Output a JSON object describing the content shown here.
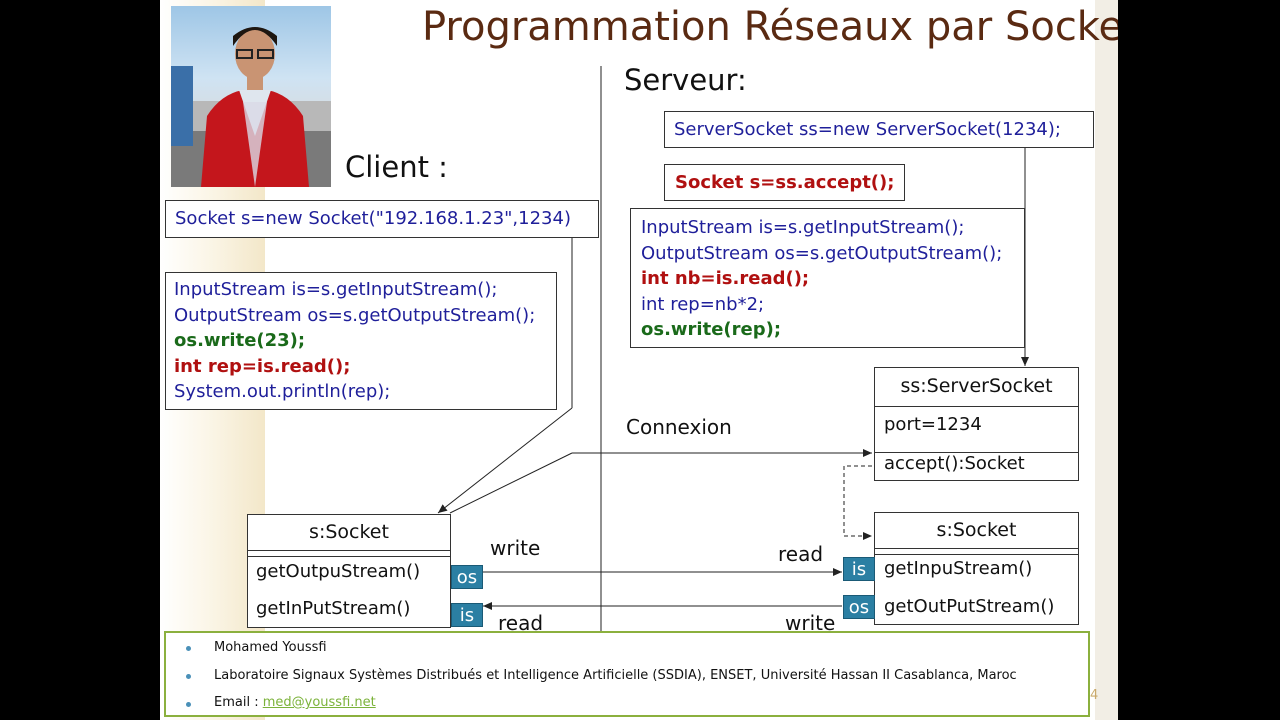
{
  "slide": {
    "title": "Programmation Réseaux par Sockets",
    "page_number": "4"
  },
  "client": {
    "heading": "Client :",
    "socket_line": "Socket s=new Socket(\"192.168.1.23\",1234)",
    "code": [
      {
        "text": "InputStream is=s.getInputStream();",
        "style": "blue"
      },
      {
        "text": "OutputStream os=s.getOutputStream();",
        "style": "blue"
      },
      {
        "text": "os.write(23);",
        "style": "green"
      },
      {
        "text": "int rep=is.read();",
        "style": "red"
      },
      {
        "text": "System.out.println(rep);",
        "style": "blue"
      }
    ]
  },
  "server": {
    "heading": "Serveur:",
    "server_socket_line": "ServerSocket ss=new ServerSocket(1234);",
    "accept_line": "Socket s=ss.accept();",
    "code": [
      {
        "text": "InputStream is=s.getInputStream();",
        "style": "blue"
      },
      {
        "text": "OutputStream os=s.getOutputStream();",
        "style": "blue"
      },
      {
        "text": "int nb=is.read();",
        "style": "red"
      },
      {
        "text": "int rep=nb*2;",
        "style": "blue"
      },
      {
        "text": "os.write(rep);",
        "style": "green"
      }
    ]
  },
  "diagram": {
    "server_socket_obj": {
      "title": "ss:ServerSocket",
      "attr": "port=1234",
      "method": "accept():Socket"
    },
    "client_socket_obj": {
      "title": "s:Socket",
      "method1": "getOutpuStream()",
      "method2": "getInPutStream()"
    },
    "server_sock_obj": {
      "title": "s:Socket",
      "method1": "getInpuStream()",
      "method2": "getOutPutStream()"
    },
    "connexion_label": "Connexion",
    "client_write_label": "write",
    "client_read_label": "read",
    "server_read_label": "read",
    "server_write_label": "write",
    "client_os_tag": "os",
    "client_is_tag": "is",
    "server_is_tag": "is",
    "server_os_tag": "os",
    "tag_color": "#2b7fa3"
  },
  "footer": {
    "author": "Mohamed Youssfi",
    "lab": "Laboratoire Signaux Systèmes Distribués et Intelligence Artificielle (SSDIA),  ENSET, Université Hassan II Casablanca, Maroc",
    "email_label": "Email : ",
    "email": "med@youssfi.net",
    "border_color": "#8bb03e"
  }
}
